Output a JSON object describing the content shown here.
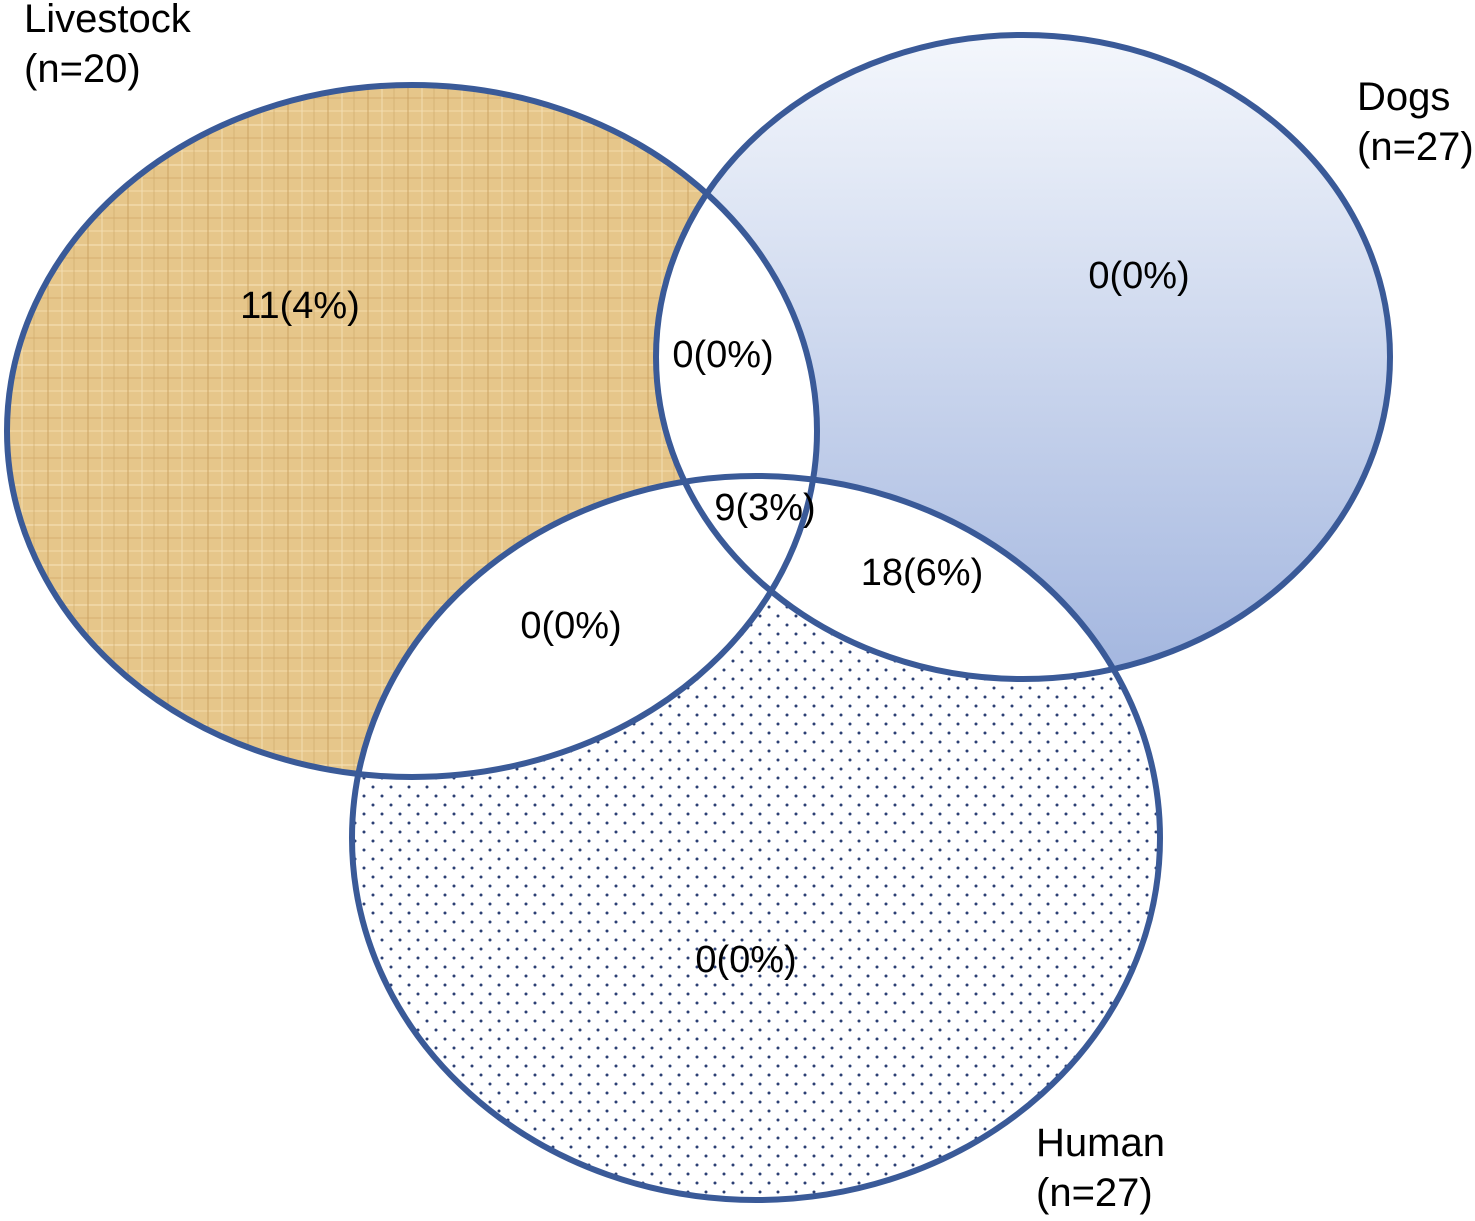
{
  "colors": {
    "outline": "#3a5a98",
    "dogs_fill_top": "#f4f7fc",
    "dogs_fill_bottom": "#a3b6df",
    "livestock_fill": "#e6c68a",
    "human_dots": "#2b3f73",
    "overlap_fill": "#ffffff"
  },
  "sets": {
    "livestock": {
      "name": "Livestock",
      "n": "(n=20)"
    },
    "dogs": {
      "name": "Dogs",
      "n": "(n=27)"
    },
    "human": {
      "name": "Human",
      "n": "(n=27)"
    }
  },
  "regions": {
    "livestock_only": "11(4%)",
    "livestock_dogs": "0(0%)",
    "dogs_only": "0(0%)",
    "all_three": "9(3%)",
    "dogs_human": "18(6%)",
    "livestock_human": "0(0%)",
    "human_only": "0(0%)"
  }
}
